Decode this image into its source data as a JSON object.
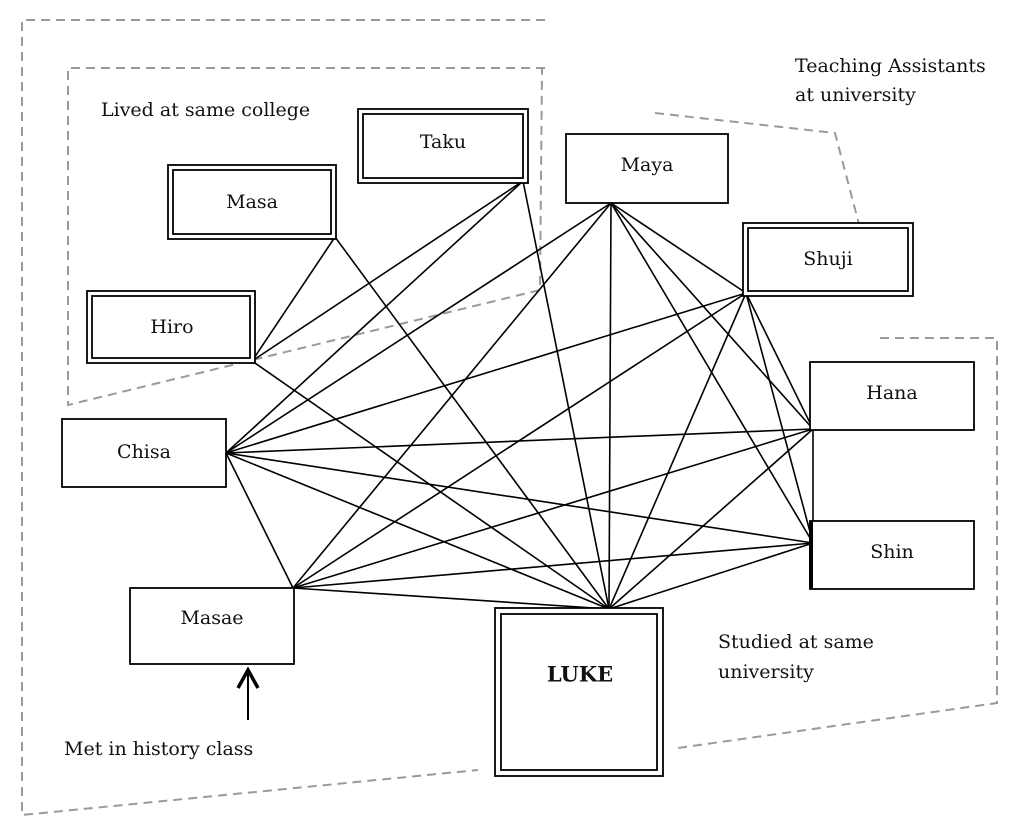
{
  "nodes": {
    "taku": {
      "label": "Taku"
    },
    "masa": {
      "label": "Masa"
    },
    "hiro": {
      "label": "Hiro"
    },
    "maya": {
      "label": "Maya"
    },
    "shuji": {
      "label": "Shuji"
    },
    "hana": {
      "label": "Hana"
    },
    "shin": {
      "label": "Shin"
    },
    "chisa": {
      "label": "Chisa"
    },
    "masae": {
      "label": "Masae"
    },
    "luke": {
      "label": "LUKE"
    }
  },
  "annotations": {
    "college": "Lived at same college",
    "ta_line1": "Teaching Assistants",
    "ta_line2": "at university",
    "uni_line1": "Studied at same",
    "uni_line2": "university",
    "history": "Met in history class"
  },
  "edges": [
    [
      "masa",
      "hiro"
    ],
    [
      "masa",
      "luke"
    ],
    [
      "taku",
      "hiro"
    ],
    [
      "taku",
      "chisa"
    ],
    [
      "taku",
      "luke"
    ],
    [
      "hiro",
      "luke"
    ],
    [
      "maya",
      "chisa"
    ],
    [
      "maya",
      "masae"
    ],
    [
      "maya",
      "luke"
    ],
    [
      "maya",
      "hana"
    ],
    [
      "maya",
      "shin"
    ],
    [
      "maya",
      "shuji"
    ],
    [
      "shuji",
      "chisa"
    ],
    [
      "shuji",
      "masae"
    ],
    [
      "shuji",
      "luke"
    ],
    [
      "shuji",
      "hana"
    ],
    [
      "shuji",
      "shin"
    ],
    [
      "chisa",
      "hana"
    ],
    [
      "chisa",
      "shin"
    ],
    [
      "chisa",
      "luke"
    ],
    [
      "chisa",
      "masae"
    ],
    [
      "masae",
      "hana"
    ],
    [
      "masae",
      "shin"
    ],
    [
      "masae",
      "luke"
    ],
    [
      "hana",
      "luke"
    ],
    [
      "hana",
      "shin"
    ],
    [
      "shin",
      "luke"
    ]
  ]
}
